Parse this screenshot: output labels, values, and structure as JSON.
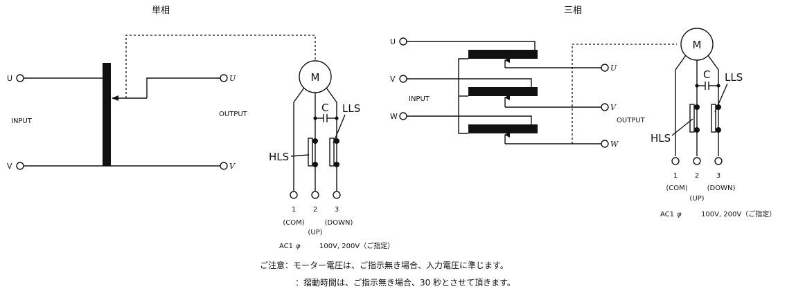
{
  "single_phase": {
    "title": "単相",
    "input_terminals": [
      "U",
      "V"
    ],
    "input_label": "INPUT",
    "output_label": "OUTPUT",
    "output_terminals": [
      "U",
      "V"
    ],
    "motor": "M",
    "capacitor": "C",
    "lls": "LLS",
    "hls": "HLS",
    "terminal_numbers": [
      "1",
      "2",
      "3"
    ],
    "terminal_names": [
      "(COM)",
      "(UP)",
      "(DOWN)"
    ],
    "power": "AC1",
    "phi": "φ",
    "voltage": "100V,  200V（ご指定）"
  },
  "three_phase": {
    "title": "三相",
    "input_terminals": [
      "U",
      "V",
      "W"
    ],
    "input_label": "INPUT",
    "output_label": "OUTPUT",
    "output_terminals": [
      "U",
      "V",
      "W"
    ],
    "motor": "M",
    "capacitor": "C",
    "lls": "LLS",
    "hls": "HLS",
    "terminal_numbers": [
      "1",
      "2",
      "3"
    ],
    "terminal_names": [
      "(COM)",
      "(UP)",
      "(DOWN)"
    ],
    "power": "AC1",
    "phi": "φ",
    "voltage": "100V,  200V（ご指定）"
  },
  "notes": [
    "ご注意：モーター電圧は、ご指示無き場合、入力電圧に準じます。",
    "：摺動時間は、ご指示無き場合、30 秒とさせて頂きます。"
  ]
}
